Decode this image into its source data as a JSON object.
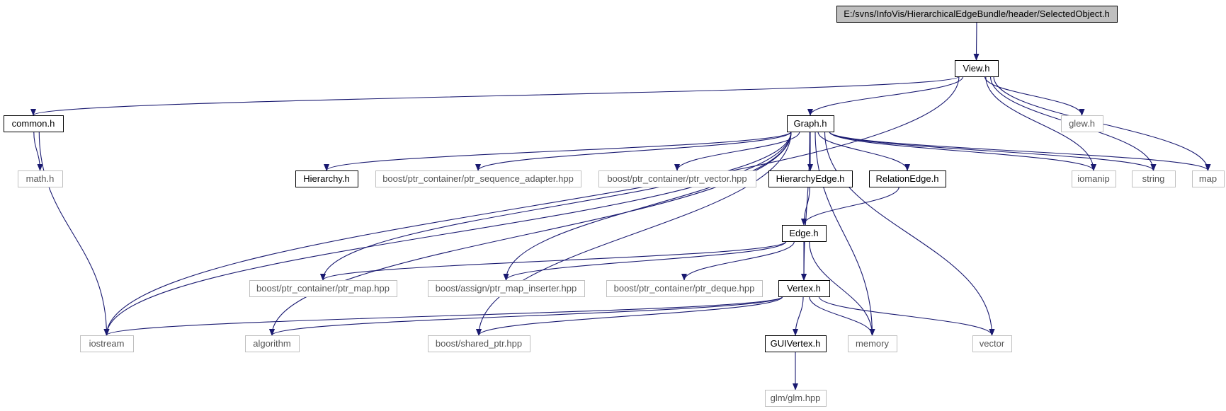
{
  "diagram": {
    "type": "include-dependency-graph",
    "colors": {
      "edge": "#191970",
      "root_fill": "#bfbfbf",
      "root_border": "#000000",
      "local_border": "#000000",
      "external_border": "#bfbfbf",
      "background": "#ffffff"
    },
    "nodes": [
      {
        "id": "root",
        "label": "E:/svns/InfoVis/HierarchicalEdgeBundle/header/SelectedObject.h",
        "kind": "root"
      },
      {
        "id": "view",
        "label": "View.h",
        "kind": "local"
      },
      {
        "id": "common",
        "label": "common.h",
        "kind": "local"
      },
      {
        "id": "graph",
        "label": "Graph.h",
        "kind": "local"
      },
      {
        "id": "glew",
        "label": "glew.h",
        "kind": "external"
      },
      {
        "id": "math",
        "label": "math.h",
        "kind": "external"
      },
      {
        "id": "hierarchy",
        "label": "Hierarchy.h",
        "kind": "local"
      },
      {
        "id": "ptrseq",
        "label": "boost/ptr_container/ptr_sequence_adapter.hpp",
        "kind": "external"
      },
      {
        "id": "ptrvec",
        "label": "boost/ptr_container/ptr_vector.hpp",
        "kind": "external"
      },
      {
        "id": "hedge",
        "label": "HierarchyEdge.h",
        "kind": "local"
      },
      {
        "id": "redge",
        "label": "RelationEdge.h",
        "kind": "local"
      },
      {
        "id": "iomanip",
        "label": "iomanip",
        "kind": "external"
      },
      {
        "id": "string",
        "label": "string",
        "kind": "external"
      },
      {
        "id": "map",
        "label": "map",
        "kind": "external"
      },
      {
        "id": "edge",
        "label": "Edge.h",
        "kind": "local"
      },
      {
        "id": "ptrmap",
        "label": "boost/ptr_container/ptr_map.hpp",
        "kind": "external"
      },
      {
        "id": "mapins",
        "label": "boost/assign/ptr_map_inserter.hpp",
        "kind": "external"
      },
      {
        "id": "ptrdeque",
        "label": "boost/ptr_container/ptr_deque.hpp",
        "kind": "external"
      },
      {
        "id": "vertex",
        "label": "Vertex.h",
        "kind": "local"
      },
      {
        "id": "iostream",
        "label": "iostream",
        "kind": "external"
      },
      {
        "id": "algorithm",
        "label": "algorithm",
        "kind": "external"
      },
      {
        "id": "sharedptr",
        "label": "boost/shared_ptr.hpp",
        "kind": "external"
      },
      {
        "id": "guivertex",
        "label": "GUIVertex.h",
        "kind": "local"
      },
      {
        "id": "memory",
        "label": "memory",
        "kind": "external"
      },
      {
        "id": "vector",
        "label": "vector",
        "kind": "external"
      },
      {
        "id": "glm",
        "label": "glm/glm.hpp",
        "kind": "external"
      }
    ],
    "edges": [
      [
        "root",
        "view"
      ],
      [
        "view",
        "common"
      ],
      [
        "view",
        "iostream"
      ],
      [
        "view",
        "graph"
      ],
      [
        "view",
        "glew"
      ],
      [
        "view",
        "iomanip"
      ],
      [
        "view",
        "string"
      ],
      [
        "view",
        "map"
      ],
      [
        "common",
        "math"
      ],
      [
        "common",
        "iostream"
      ],
      [
        "graph",
        "iostream"
      ],
      [
        "graph",
        "algorithm"
      ],
      [
        "graph",
        "sharedptr"
      ],
      [
        "graph",
        "ptrmap"
      ],
      [
        "graph",
        "mapins"
      ],
      [
        "graph",
        "hierarchy"
      ],
      [
        "graph",
        "ptrseq"
      ],
      [
        "graph",
        "ptrvec"
      ],
      [
        "graph",
        "hedge"
      ],
      [
        "graph",
        "redge"
      ],
      [
        "graph",
        "vertex"
      ],
      [
        "graph",
        "memory"
      ],
      [
        "graph",
        "vector"
      ],
      [
        "graph",
        "iomanip"
      ],
      [
        "graph",
        "string"
      ],
      [
        "graph",
        "map"
      ],
      [
        "hedge",
        "edge"
      ],
      [
        "redge",
        "edge"
      ],
      [
        "edge",
        "ptrmap"
      ],
      [
        "edge",
        "mapins"
      ],
      [
        "edge",
        "ptrdeque"
      ],
      [
        "edge",
        "vertex"
      ],
      [
        "edge",
        "memory"
      ],
      [
        "vertex",
        "iostream"
      ],
      [
        "vertex",
        "algorithm"
      ],
      [
        "vertex",
        "sharedptr"
      ],
      [
        "vertex",
        "guivertex"
      ],
      [
        "vertex",
        "memory"
      ],
      [
        "vertex",
        "vector"
      ],
      [
        "guivertex",
        "glm"
      ]
    ]
  }
}
